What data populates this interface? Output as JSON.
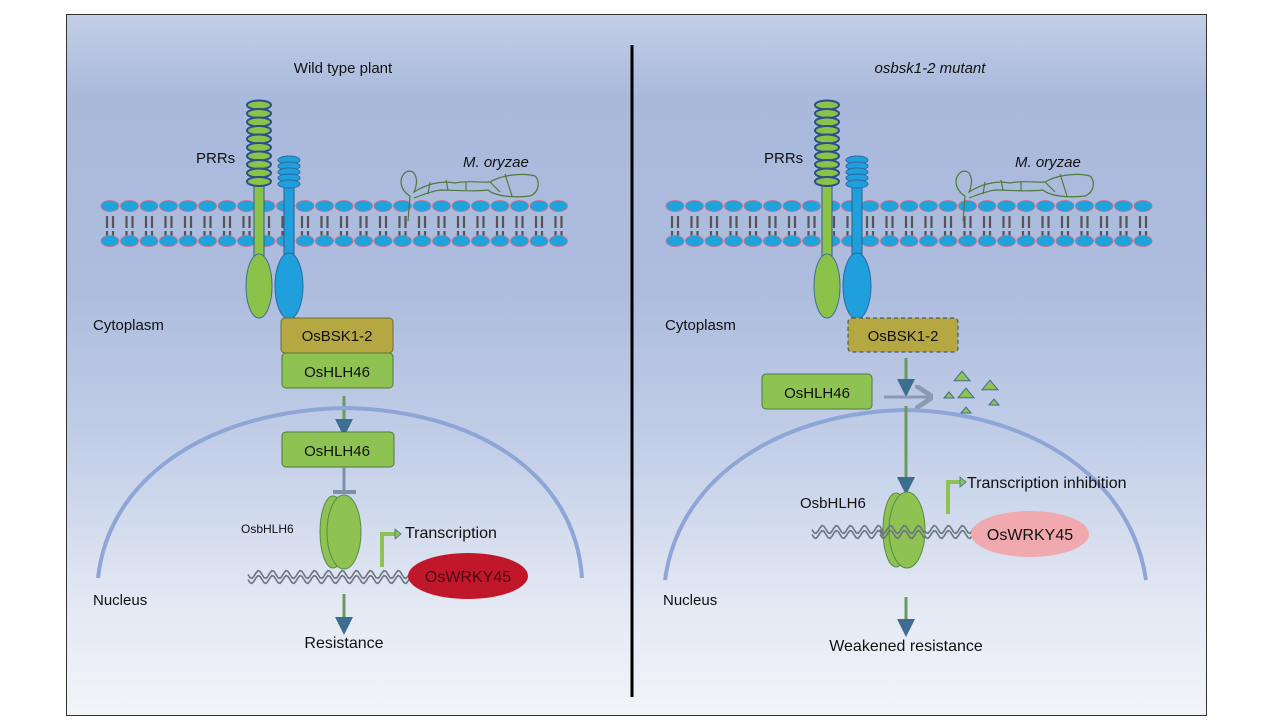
{
  "panels": [
    {
      "title": "Wild type plant",
      "title_italic": false,
      "receptor_label": "PRRs",
      "pathogen_label": "M. oryzae",
      "compartment_cytoplasm": "Cytoplasm",
      "compartment_nucleus": "Nucleus",
      "kinase_label": "OsBSK1-2",
      "kinase_state": "present",
      "cyto_tf_label": "OsHLH46",
      "nuclear_tf_label": "OsHLH46",
      "dna_binding_label": "OsbHLH6",
      "transcription_label": "Transcription",
      "target_gene_label": "OsWRKY45",
      "outcome_label": "Resistance"
    },
    {
      "title": "osbsk1-2 mutant",
      "title_italic": true,
      "receptor_label": "PRRs",
      "pathogen_label": "M. oryzae",
      "compartment_cytoplasm": "Cytoplasm",
      "compartment_nucleus": "Nucleus",
      "kinase_label": "OsBSK1-2",
      "kinase_state": "absent (dashed)",
      "cyto_tf_label": "OsHLH46",
      "degradation": "degraded",
      "dna_binding_label": "OsbHLH6",
      "transcription_label": "Transcription inhibition",
      "target_gene_label": "OsWRKY45",
      "outcome_label": "Weakened resistance"
    }
  ],
  "colors": {
    "lrr_green": "#8bc34a",
    "receptor_blue": "#1fa0dc",
    "kinase_olive": "#b5a842",
    "tf_green": "#8ec252",
    "wrky_active": "#c0182a",
    "wrky_inactive": "#f0a9ae",
    "nuclear_envelope": "#8ea6d6",
    "arrow": "#6a9a5a"
  }
}
